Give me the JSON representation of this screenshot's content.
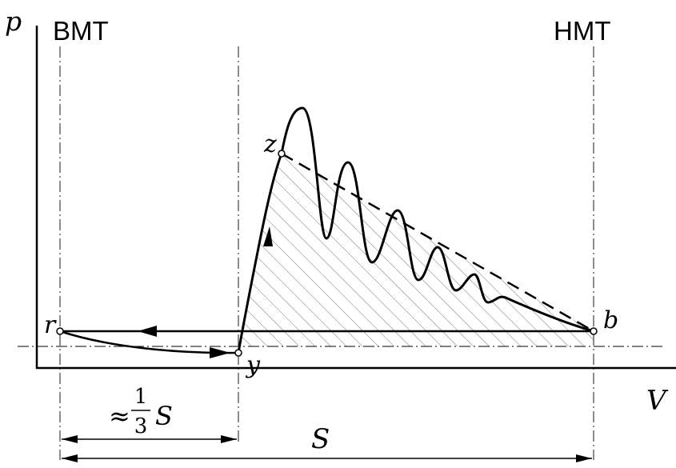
{
  "axes": {
    "y_label": "p",
    "x_label": "V"
  },
  "dead_centers": {
    "left": "BMT",
    "right": "HMT"
  },
  "points": {
    "r": "r",
    "y": "y",
    "z": "z",
    "b": "b"
  },
  "dimensions": {
    "partial_prefix": "≈",
    "partial_numerator": "1",
    "partial_denominator": "3",
    "partial_symbol": "S",
    "stroke": "S"
  },
  "colors": {
    "ink": "#000000",
    "hatch": "#777777",
    "background": "#ffffff"
  }
}
